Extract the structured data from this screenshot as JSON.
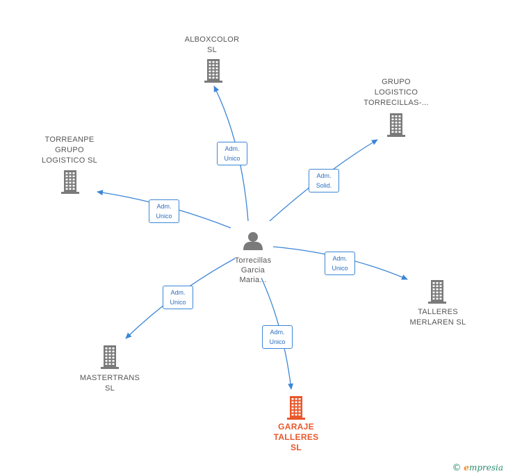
{
  "colors": {
    "edge": "#3b86d6",
    "company_icon": "#7a7a7a",
    "main_company_icon": "#e9572b",
    "person_icon": "#7a7a7a"
  },
  "center": {
    "label": "Torrecillas\nGarcia\nMaria...",
    "icon": "person-icon"
  },
  "companies": [
    {
      "id": "alboxcolor",
      "label": "ALBOXCOLOR\nSL",
      "edge": "Adm.\nUnico",
      "main": false
    },
    {
      "id": "grupo-logistico",
      "label": "GRUPO\nLOGISTICO\nTORRECILLAS-...",
      "edge": "Adm.\nSolid.",
      "main": false
    },
    {
      "id": "torreanpe",
      "label": "TORREANPE\nGRUPO\nLOGISTICO  SL",
      "edge": "Adm.\nUnico",
      "main": false
    },
    {
      "id": "talleres-merlaren",
      "label": "TALLERES\nMERLAREN  SL",
      "edge": "Adm.\nUnico",
      "main": false
    },
    {
      "id": "mastertrans",
      "label": "MASTERTRANS\nSL",
      "edge": "Adm.\nUnico",
      "main": false
    },
    {
      "id": "garaje-talleres",
      "label": "GARAJE\nTALLERES\nSL",
      "edge": "Adm.\nUnico",
      "main": true
    }
  ],
  "footer": {
    "copyright_symbol": "©",
    "brand_e": "e",
    "brand_rest": "mpresia"
  }
}
